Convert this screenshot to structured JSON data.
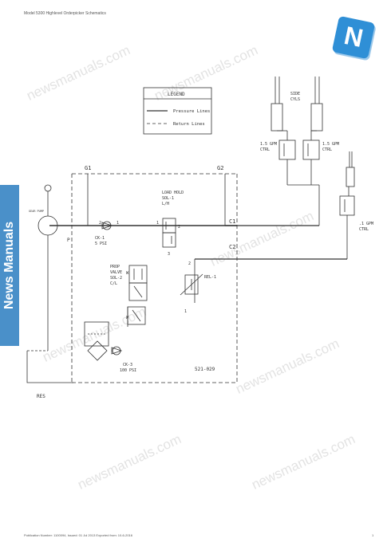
{
  "header": {
    "title": "Model 5300 Highlevel Orderpicker Schematics"
  },
  "footer": {
    "left": "Publication Number: 1100094, Issued: 01 Jul 2013     Exported from: 10-6-2016",
    "page": "1"
  },
  "watermark": {
    "text": "newsmanuals.com",
    "side_text": "News Manuals",
    "logo_letter": "N",
    "brand_color": "#2f8fd6"
  },
  "legend": {
    "title": "LEGEND",
    "pressure": "Pressure Lines",
    "return": "Return Lines"
  },
  "labels": {
    "g1": "G1",
    "g2": "G2",
    "c1": "C1",
    "c2": "C2",
    "p": "P",
    "res": "RES",
    "gear_pump": "GEAR PUMP",
    "side_cyls_1": "SIDE",
    "side_cyls_2": "CYLS",
    "gpm_left_1": "1.5 GPM",
    "gpm_left_2": "CTRL",
    "gpm_right_1": "1.5 GPM",
    "gpm_right_2": "CTRL",
    "gpm_far_1": ".1 GPM",
    "gpm_far_2": "CTRL",
    "load_hold_1": "LOAD HOLD",
    "load_hold_2": "SOL-1",
    "load_hold_3": "L/H",
    "ck1_1": "CK-1",
    "ck1_2": "5 PSI",
    "prop_1": "PROP",
    "prop_2": "VALVE",
    "prop_3": "SOL-2",
    "prop_4": "C/L",
    "rel1": "REL-1",
    "ck3_1": "CK-3",
    "ck3_2": "100 PSI",
    "part_no": "521-029",
    "port_1": "1",
    "port_2": "2",
    "port_3": "3",
    "port_w": "W"
  }
}
